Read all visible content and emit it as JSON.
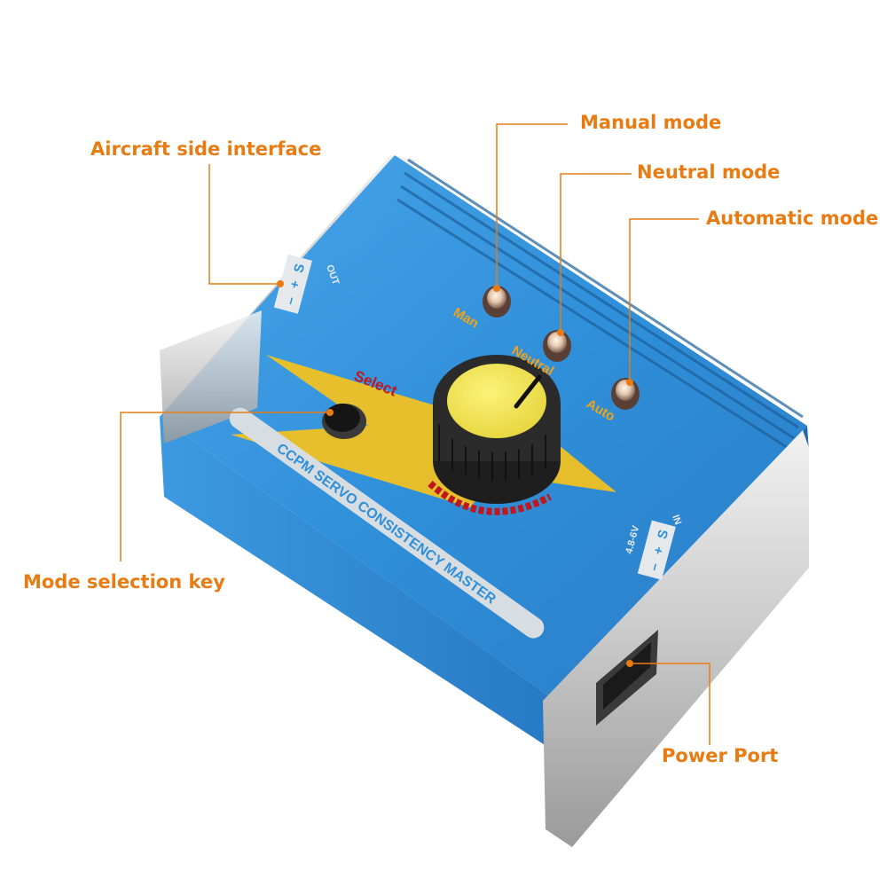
{
  "device": {
    "label_out": "OUT",
    "label_in": "IN",
    "pin_s": "S",
    "pin_plus": "+",
    "pin_minus": "–",
    "voltage": "4.8-6V",
    "brand_text": "CCPM SERVO CONSISTENCY MASTER",
    "button_label": "Select",
    "led_labels": [
      "Man",
      "Neutral",
      "Auto"
    ]
  },
  "callouts": {
    "manual_mode": "Manual mode",
    "neutral_mode": "Neutral mode",
    "automatic_mode": "Automatic mode",
    "aircraft_side": "Aircraft side interface",
    "mode_selection": "Mode selection key",
    "power_port": "Power Port"
  },
  "colors": {
    "callout": "#e87c12",
    "body_blue": "#2f8fd9",
    "knob_yellow": "#f5e64a",
    "bolt_yellow": "#f6c21c",
    "label_orange": "#f0a318",
    "select_red": "#c0171e"
  }
}
